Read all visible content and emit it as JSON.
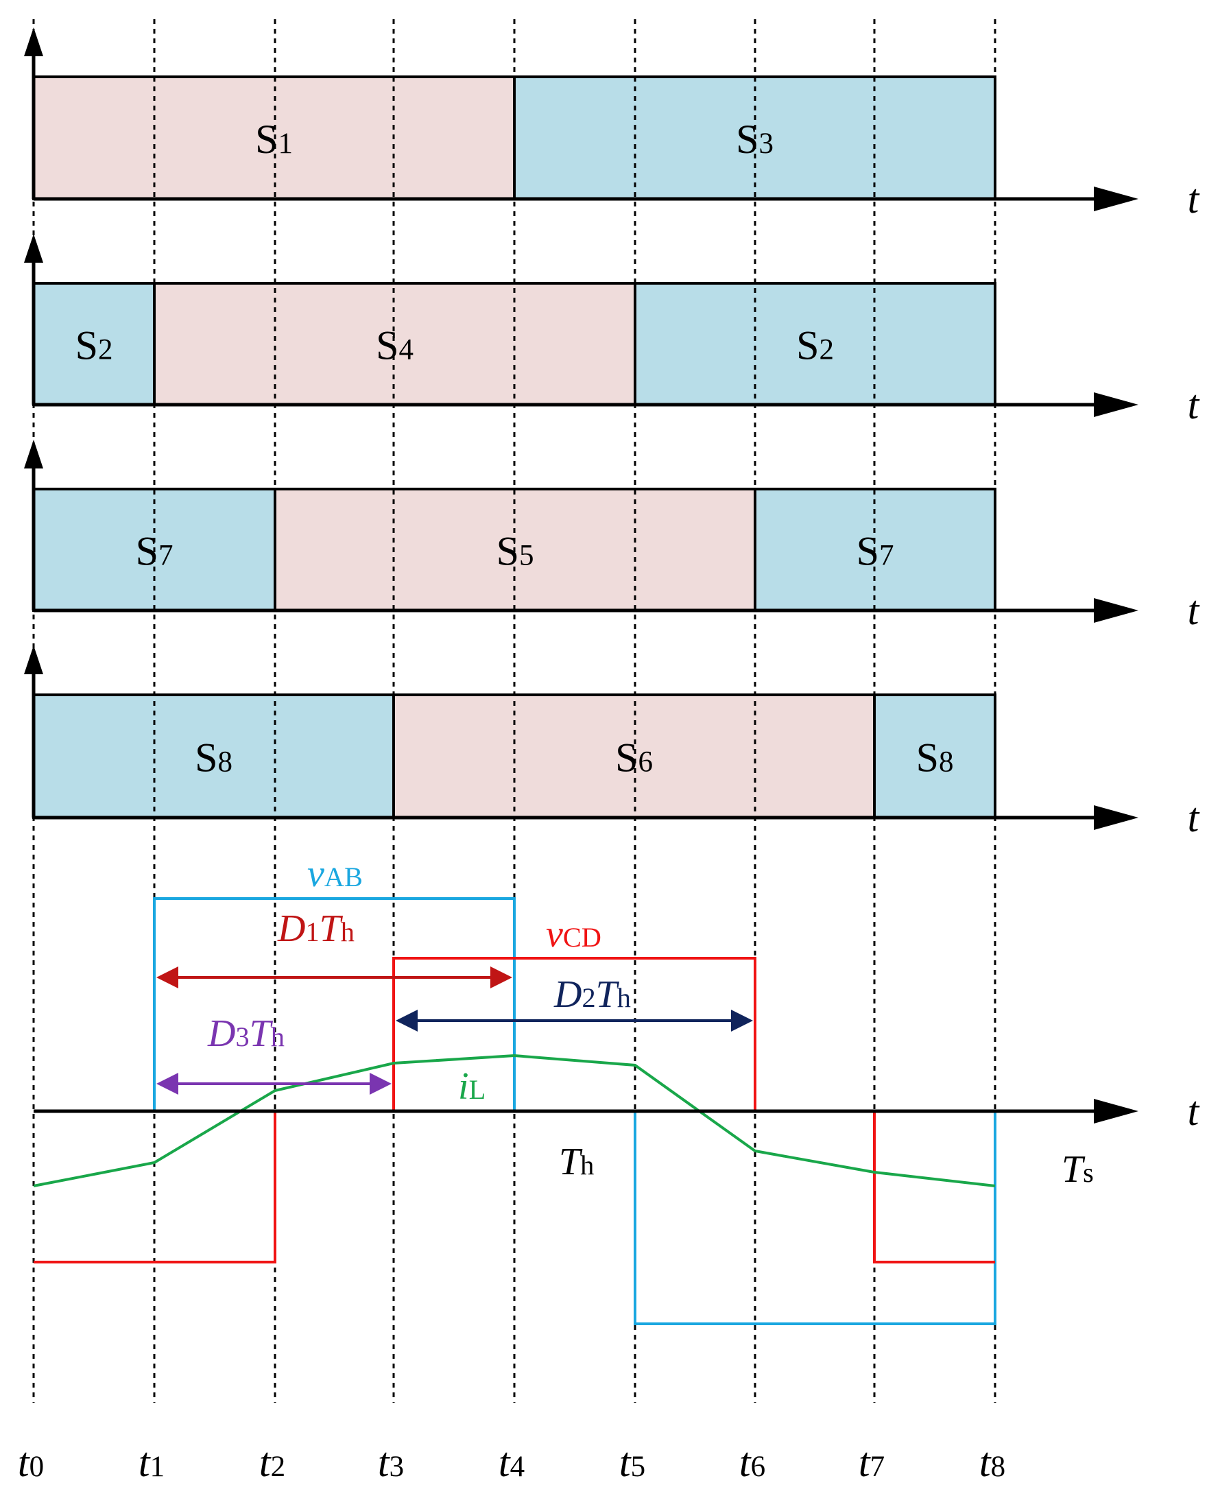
{
  "time_markers": [
    {
      "base": "t",
      "sub": "0"
    },
    {
      "base": "t",
      "sub": "1"
    },
    {
      "base": "t",
      "sub": "2"
    },
    {
      "base": "t",
      "sub": "3"
    },
    {
      "base": "t",
      "sub": "4"
    },
    {
      "base": "t",
      "sub": "5"
    },
    {
      "base": "t",
      "sub": "6"
    },
    {
      "base": "t",
      "sub": "7"
    },
    {
      "base": "t",
      "sub": "8"
    }
  ],
  "axis_label": "t",
  "colors": {
    "pink": "#efdcdb",
    "blue": "#b8dde8",
    "vAB": "#1aa7e0",
    "vCD": "#f01414",
    "iL": "#19a74a",
    "D1": "#c01515",
    "D2": "#10245c",
    "D3": "#7a35b0"
  },
  "switch_rows": [
    {
      "segments": [
        {
          "start": 0,
          "end": 4,
          "color": "pink",
          "label": {
            "base": "S",
            "sub": "1"
          }
        },
        {
          "start": 4,
          "end": 8,
          "color": "blue",
          "label": {
            "base": "S",
            "sub": "3"
          }
        }
      ]
    },
    {
      "segments": [
        {
          "start": 0,
          "end": 1,
          "color": "blue",
          "label": {
            "base": "S",
            "sub": "2"
          }
        },
        {
          "start": 1,
          "end": 5,
          "color": "pink",
          "label": {
            "base": "S",
            "sub": "4"
          }
        },
        {
          "start": 5,
          "end": 8,
          "color": "blue",
          "label": {
            "base": "S",
            "sub": "2"
          }
        }
      ]
    },
    {
      "segments": [
        {
          "start": 0,
          "end": 2,
          "color": "blue",
          "label": {
            "base": "S",
            "sub": "7"
          }
        },
        {
          "start": 2,
          "end": 6,
          "color": "pink",
          "label": {
            "base": "S",
            "sub": "5"
          }
        },
        {
          "start": 6,
          "end": 8,
          "color": "blue",
          "label": {
            "base": "S",
            "sub": "7"
          }
        }
      ]
    },
    {
      "segments": [
        {
          "start": 0,
          "end": 3,
          "color": "blue",
          "label": {
            "base": "S",
            "sub": "8"
          }
        },
        {
          "start": 3,
          "end": 7,
          "color": "pink",
          "label": {
            "base": "S",
            "sub": "6"
          }
        },
        {
          "start": 7,
          "end": 8,
          "color": "blue",
          "label": {
            "base": "S",
            "sub": "8"
          }
        }
      ]
    }
  ],
  "waveform_labels": {
    "vAB": {
      "base": "v",
      "sub": "AB"
    },
    "vCD": {
      "base": "v",
      "sub": "CD"
    },
    "iL": {
      "base": "i",
      "sub": "L"
    },
    "D1Th": {
      "a": "D",
      "a_sub": "1",
      "b": "T",
      "b_sub": "h"
    },
    "D2Th": {
      "a": "D",
      "a_sub": "2",
      "b": "T",
      "b_sub": "h"
    },
    "D3Th": {
      "a": "D",
      "a_sub": "3",
      "b": "T",
      "b_sub": "h"
    },
    "Th": {
      "base": "T",
      "sub": "h"
    },
    "Ts": {
      "base": "T",
      "sub": "s"
    }
  }
}
